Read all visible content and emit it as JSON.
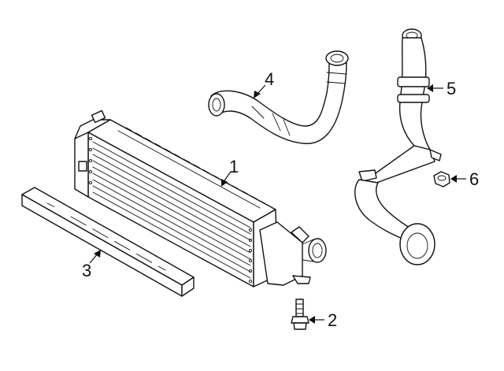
{
  "diagram": {
    "callouts": [
      {
        "id": "1",
        "label": "1",
        "part": "intercooler"
      },
      {
        "id": "2",
        "label": "2",
        "part": "bolt"
      },
      {
        "id": "3",
        "label": "3",
        "part": "seal"
      },
      {
        "id": "4",
        "label": "4",
        "part": "upper-hose"
      },
      {
        "id": "5",
        "label": "5",
        "part": "outlet-tube"
      },
      {
        "id": "6",
        "label": "6",
        "part": "nut"
      }
    ]
  }
}
